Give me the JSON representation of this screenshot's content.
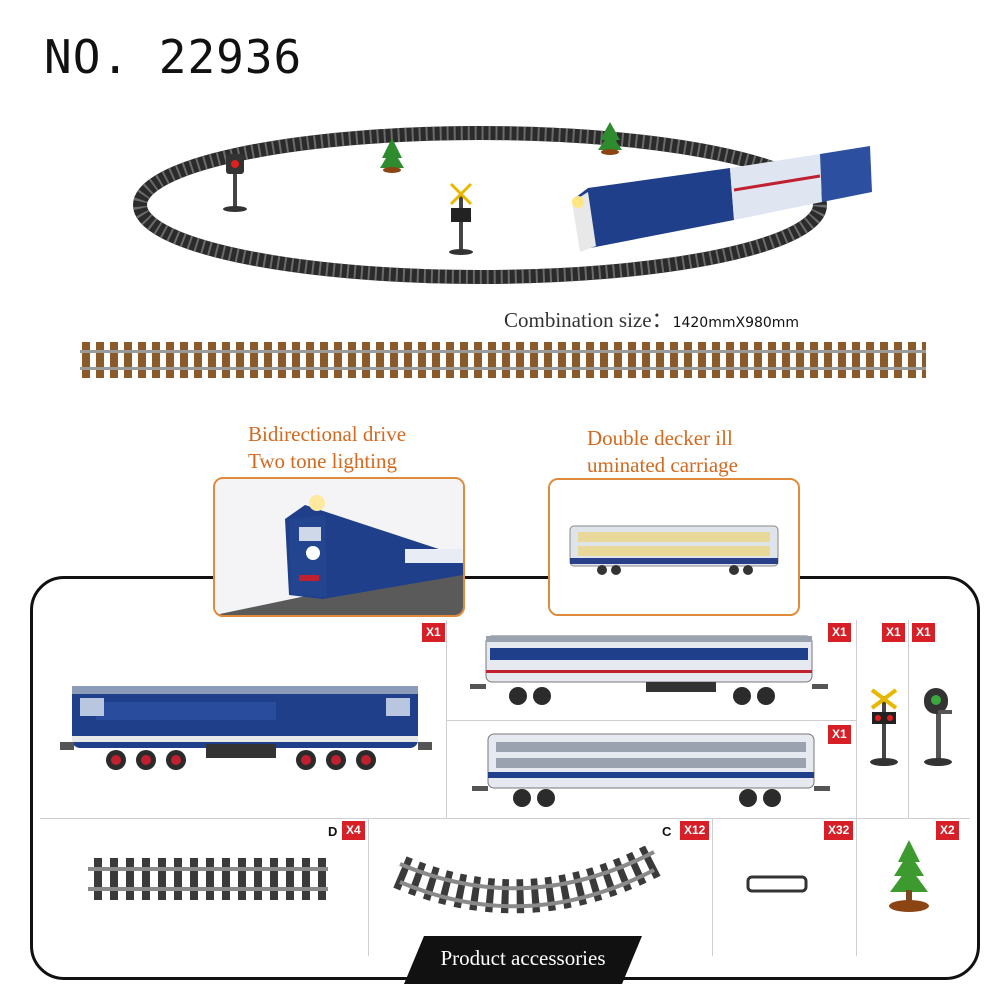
{
  "header": {
    "model_number": "NO. 22936",
    "combination_label": "Combination size：",
    "combination_value": "1420mmX980mm"
  },
  "features": [
    {
      "line1": "Bidirectional drive",
      "line2": "Two tone lighting"
    },
    {
      "line1": "Double decker ill",
      "line2": "uminated carriage"
    }
  ],
  "components": {
    "locomotive_qty": "X1",
    "sleeper_car_qty": "X1",
    "double_decker_qty": "X1",
    "crossing_signal_qty": "X1",
    "traffic_signal_qty": "X1",
    "straight_track_letter": "D",
    "straight_track_qty": "X4",
    "curved_track_letter": "C",
    "curved_track_qty": "X12",
    "connector_qty": "X32",
    "tree_qty": "X2"
  },
  "footer": {
    "accessories_label": "Product accessories"
  },
  "colors": {
    "train_blue": "#1f3f8a",
    "caption_orange": "#d2691e",
    "badge_red": "#d61f26",
    "track_brown": "#8b5a2b"
  }
}
